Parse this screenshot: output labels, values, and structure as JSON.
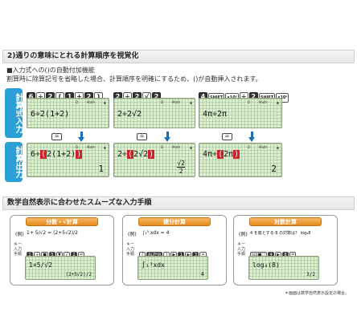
{
  "section1": {
    "title": "2)通りの意味にとれる計算順序を視覚化",
    "subtitle": "■入力式への()の自動付加機能",
    "description": "割算時に除算記号を省略した場合、計算順序を明確にするため、()が自動挿入されます。"
  },
  "tabs": {
    "input": "計算式入力",
    "output": "計算出力"
  },
  "keys": {
    "ex1": [
      "6",
      "÷",
      "2",
      "(",
      "1",
      "+",
      "2",
      ")"
    ],
    "ex2": [
      "2",
      "÷",
      "2",
      "√",
      "2"
    ],
    "ex3": [
      "4",
      "SHIFT",
      "x10ˣ",
      "÷",
      "2",
      "SHIFT",
      "x10ˣ"
    ]
  },
  "indicators": {
    "math": "Math",
    "d": "D",
    "up": "▲"
  },
  "input_screens": [
    "6÷2(1+2)",
    "2÷2√2",
    "4π÷2π"
  ],
  "output_screens": [
    {
      "pre": "6÷",
      "hl1": "(",
      "mid": "2(1+2)",
      "hl2": ")",
      "result": "1"
    },
    {
      "pre": "2÷",
      "hl1": "(",
      "mid": "2√2",
      "hl2": ")",
      "result_num": "√2",
      "result_den": "2"
    },
    {
      "pre": "4π÷",
      "hl1": "(",
      "mid": "2π",
      "hl2": ")",
      "result": "2"
    }
  ],
  "eq_key_label": "=",
  "section2": {
    "title": "数学自然表示に合わせたスムーズな入力手順"
  },
  "panels": [
    {
      "title": "分数・√計算",
      "example_label": "(例)",
      "example": "1+ 5/√2 = (2+5√2)/2",
      "key_label": "キー入力手順",
      "keys": [
        "1",
        "+",
        "■",
        "5",
        "▼",
        "√",
        "2",
        "="
      ],
      "screen_expr": "1+5/√2",
      "screen_result": "(2+5√2)/2"
    },
    {
      "title": "積分計算",
      "example_label": "(例)",
      "example": "∫₁³ xdx = 4",
      "key_label": "キー入力手順",
      "keys": [
        "∫",
        "ALPHA",
        ")",
        "▶",
        "1",
        "▶",
        "3",
        "="
      ],
      "screen_expr": "∫₁³xdx",
      "screen_result": "4"
    },
    {
      "title": "対数計算",
      "example_label": "(例)",
      "example": "4 を底とする 8 の対数は？ log₄8",
      "key_label": "キー入力手順",
      "keys": [
        "log■□",
        "4",
        "▶",
        "8",
        "="
      ],
      "screen_expr": "log₄(8)",
      "screen_result": "3/2"
    }
  ],
  "footnote": "＊画面は数学自然表示設定の場合。"
}
